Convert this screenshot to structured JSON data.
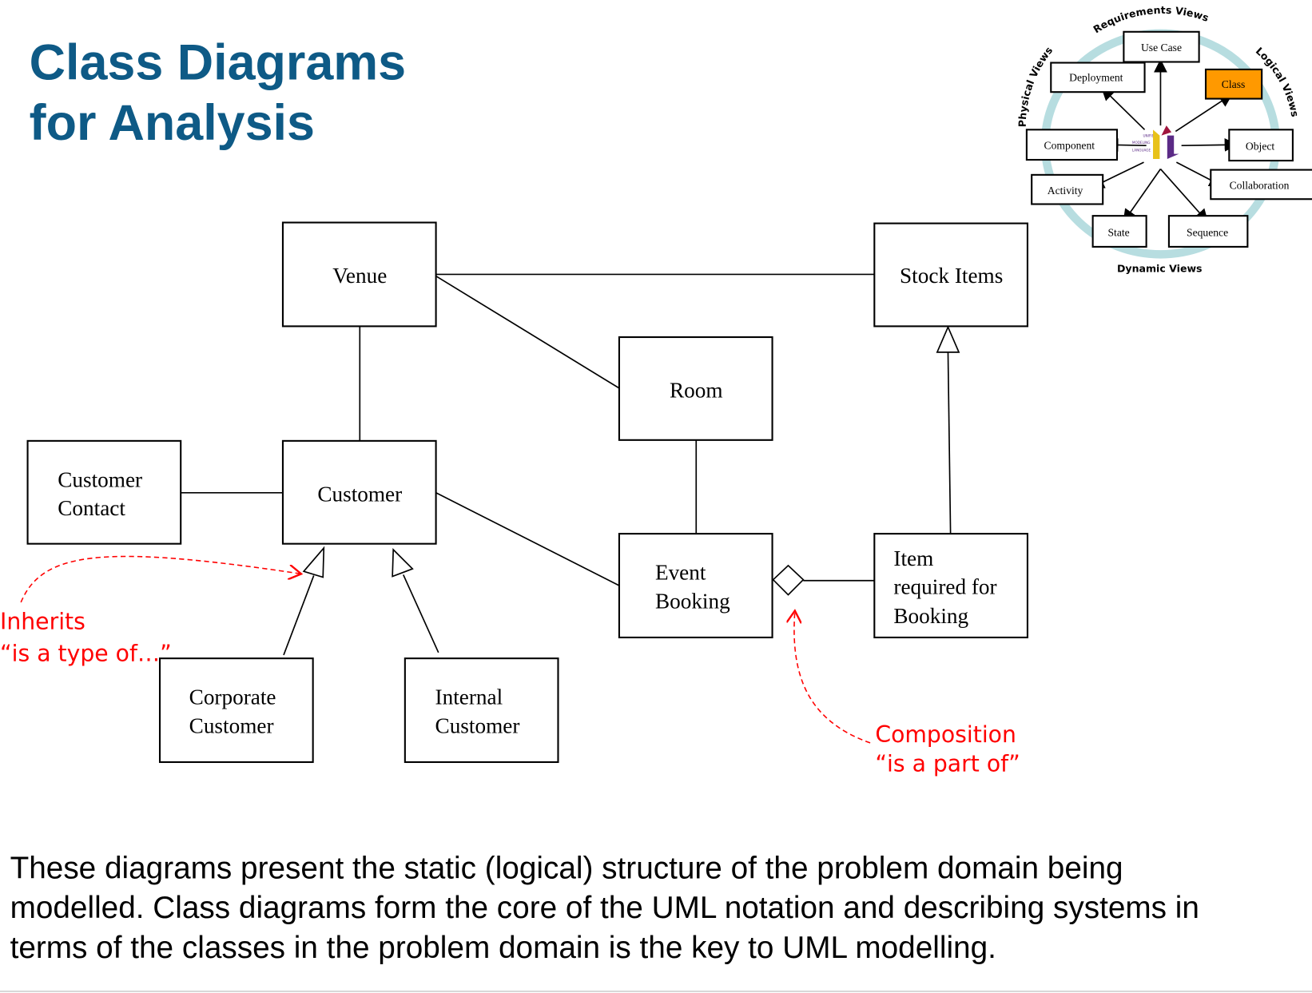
{
  "title": {
    "line1": "Class Diagrams",
    "line2": "for Analysis"
  },
  "classes": {
    "venue": "Venue",
    "stock_items": "Stock Items",
    "room": "Room",
    "customer_contact": [
      "Customer",
      "Contact"
    ],
    "customer": "Customer",
    "event_booking": [
      "Event",
      "Booking"
    ],
    "item_required": [
      "Item",
      "required for",
      "Booking"
    ],
    "corporate_customer": [
      "Corporate",
      "Customer"
    ],
    "internal_customer": [
      "Internal",
      "Customer"
    ]
  },
  "annotations": {
    "inherits": [
      "Inherits",
      "“is a type of…”"
    ],
    "composition": [
      "Composition",
      "“is a part of”"
    ]
  },
  "uml_wheel": {
    "views": {
      "requirements": "Requirements Views",
      "logical": "Logical Views",
      "physical": "Physical Views",
      "dynamic": "Dynamic Views"
    },
    "diagrams": {
      "use_case": "Use Case",
      "deployment": "Deployment",
      "class": "Class",
      "component": "Component",
      "object": "Object",
      "activity": "Activity",
      "collaboration": "Collaboration",
      "state": "State",
      "sequence": "Sequence"
    },
    "logo": {
      "letters": "UML",
      "caption": [
        "UNIFIED",
        "MODELING",
        "LANGUAGE"
      ]
    },
    "highlight_color": "#ff9900",
    "ring_color": "#b7dde0"
  },
  "description": [
    "These diagrams present the static (logical) structure of the problem domain being",
    "modelled. Class diagrams form the core of the UML notation and describing systems in",
    "terms of the classes in the problem domain is the key to UML modelling."
  ]
}
